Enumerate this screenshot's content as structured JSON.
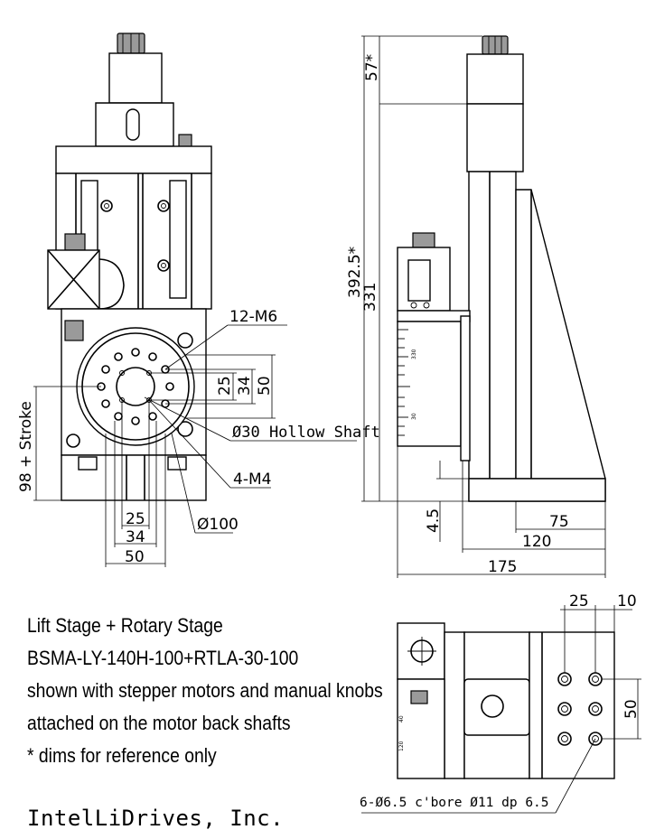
{
  "dimensions": {
    "d12m6": "12-M6",
    "d25": "25",
    "d34": "34",
    "d50": "50",
    "hollow": "Ø30 Hollow Shaft",
    "d4m4": "4-M4",
    "d100": "Ø100",
    "stroke": "98 + Stroke",
    "b25": "25",
    "b34": "34",
    "b50": "50",
    "d57": "57*",
    "d3925": "392.5*",
    "d331": "331",
    "d45": "4.5",
    "d75": "75",
    "d120": "120",
    "d175": "175",
    "t25": "25",
    "t10": "10",
    "t50": "50",
    "cbore": "6-Ø6.5 c'bore Ø11 dp 6.5"
  },
  "scale": {
    "s330": "330",
    "s30": "30",
    "top40": "40",
    "top120": "120"
  },
  "notes": {
    "line1": "Lift Stage + Rotary Stage",
    "line2": "BSMA-LY-140H-100+RTLA-30-100",
    "line3": "shown with stepper motors and manual knobs",
    "line4": "attached on the motor back shafts",
    "line5": "* dims for reference only"
  },
  "company": "IntelLiDrives, Inc."
}
